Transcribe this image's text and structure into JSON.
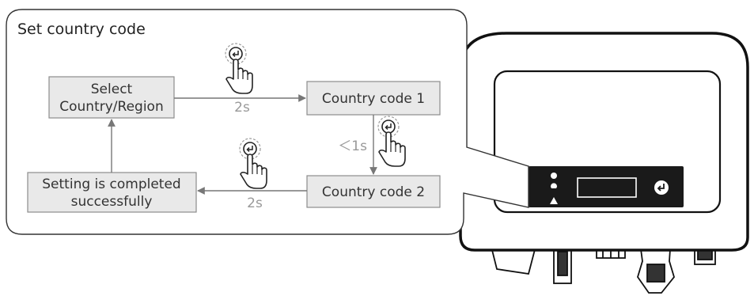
{
  "panel": {
    "title": "Set country code"
  },
  "boxes": {
    "select_line1": "Select",
    "select_line2": "Country/Region",
    "code1": "Country code 1",
    "code2": "Country code 2",
    "done_line1": "Setting is completed",
    "done_line2": "successfully"
  },
  "arrows": {
    "select_to_code1": "2s",
    "code1_to_code2": "＜1s",
    "code2_to_done": "2s"
  },
  "icons": {
    "press_hand": "hand-pointer-with-enter-button-icon",
    "enter_button": "enter-button-icon",
    "led_indicators": "led-indicator-icon"
  },
  "colors": {
    "box_fill": "#e9e9e9",
    "box_stroke": "#8c8c8c",
    "arrow": "#777777",
    "panel_stroke": "#333333",
    "device_stroke": "#111111",
    "display_panel": "#1a1a1a"
  }
}
